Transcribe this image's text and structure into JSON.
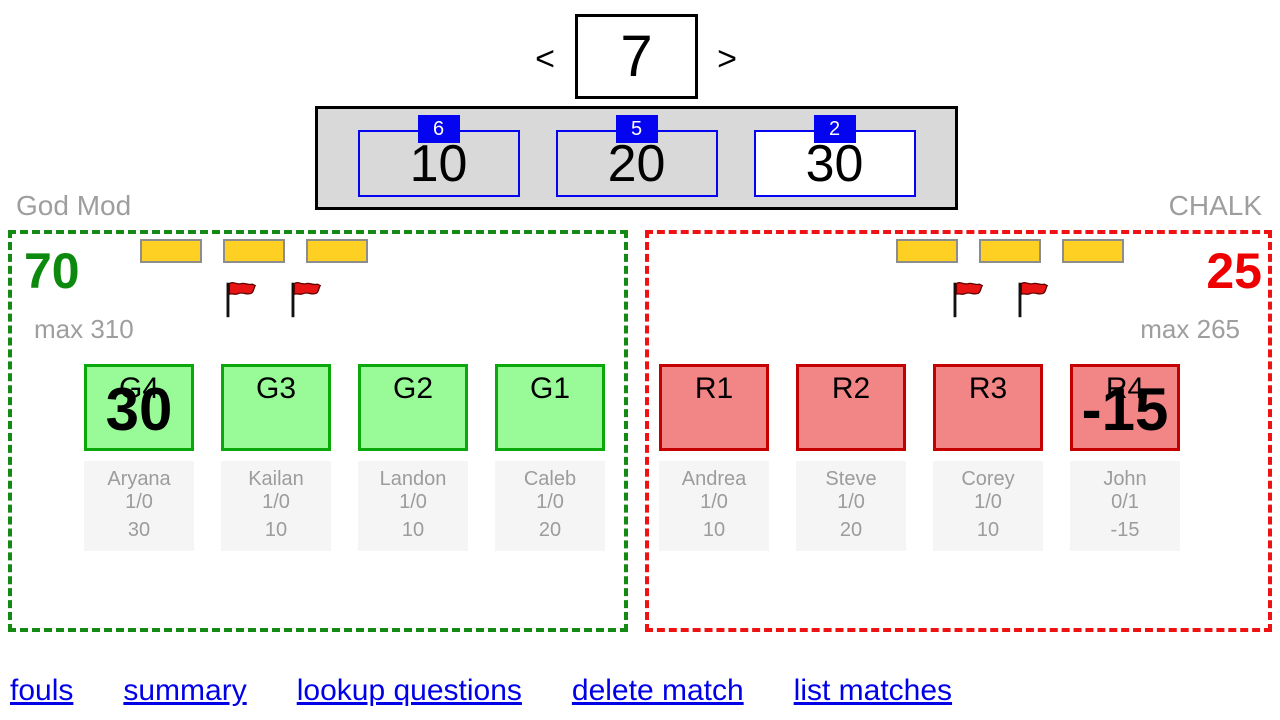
{
  "nav": {
    "prev_label": "<",
    "next_label": ">",
    "question_number": "7"
  },
  "points_bar": {
    "options": [
      {
        "count": "6",
        "points": "10",
        "selected": false
      },
      {
        "count": "5",
        "points": "20",
        "selected": false
      },
      {
        "count": "2",
        "points": "30",
        "selected": true
      }
    ]
  },
  "left_team": {
    "name": "God Mod",
    "score": "70",
    "max_label": "max 310",
    "timeout_count": 3,
    "foul_count": 2,
    "players": [
      {
        "seat": "G4",
        "big": "30",
        "name": "Aryana",
        "ratio": "1/0",
        "points": "30"
      },
      {
        "seat": "G3",
        "big": "",
        "name": "Kailan",
        "ratio": "1/0",
        "points": "10"
      },
      {
        "seat": "G2",
        "big": "",
        "name": "Landon",
        "ratio": "1/0",
        "points": "10"
      },
      {
        "seat": "G1",
        "big": "",
        "name": "Caleb",
        "ratio": "1/0",
        "points": "20"
      }
    ]
  },
  "right_team": {
    "name": "CHALK",
    "score": "25",
    "max_label": "max 265",
    "timeout_count": 3,
    "foul_count": 2,
    "players": [
      {
        "seat": "R1",
        "big": "",
        "name": "Andrea",
        "ratio": "1/0",
        "points": "10"
      },
      {
        "seat": "R2",
        "big": "",
        "name": "Steve",
        "ratio": "1/0",
        "points": "20"
      },
      {
        "seat": "R3",
        "big": "",
        "name": "Corey",
        "ratio": "1/0",
        "points": "10"
      },
      {
        "seat": "R4",
        "big": "-15",
        "name": "John",
        "ratio": "0/1",
        "points": "-15"
      }
    ]
  },
  "footer": {
    "links": [
      "fouls",
      "summary",
      "lookup questions",
      "delete match",
      "list matches"
    ]
  },
  "colors": {
    "left_accent": "#0d8a0d",
    "right_accent": "#ee0000",
    "badge_blue": "#0404f0",
    "timeout_yellow": "#ffd024",
    "left_fill": "#98fb98",
    "right_fill": "#f28585",
    "link_blue": "#0101e8",
    "muted_gray": "#9e9e9e"
  }
}
